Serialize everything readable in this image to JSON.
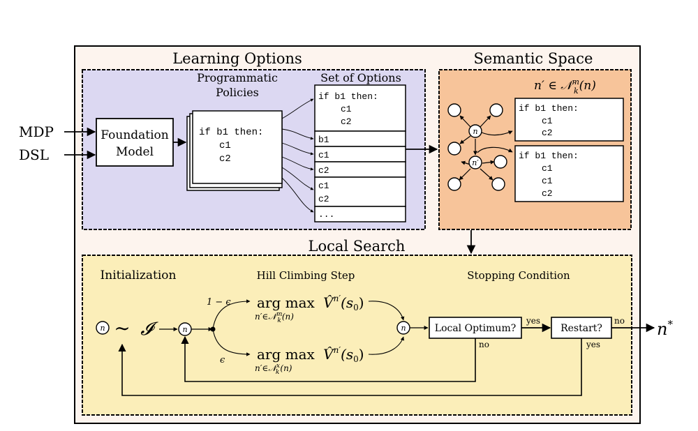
{
  "colors": {
    "outer_bg": "#fdf4ee",
    "learning_bg": "#dcd8f2",
    "semantic_bg": "#f7c49a",
    "search_bg": "#fbeeb9",
    "border": "#000000"
  },
  "sections": {
    "learning": "Learning Options",
    "semantic": "Semantic Space",
    "search": "Local Search"
  },
  "inputs": {
    "mdp": "MDP",
    "dsl": "DSL"
  },
  "foundation_model": {
    "line1": "Foundation",
    "line2": "Model"
  },
  "programmatic_policies": {
    "title1": "Programmatic",
    "title2": "Policies",
    "code": [
      "if b1 then:",
      "c1",
      "c2"
    ]
  },
  "set_of_options": {
    "title": "Set of Options",
    "main_code": [
      "if b1 then:",
      "c1",
      "c2"
    ],
    "rows": [
      "b1",
      "c1",
      "c2",
      "c1",
      "c2",
      "..."
    ]
  },
  "semantic": {
    "neighbor_formula": "n′ ∈ 𝒩",
    "neighbor_sup": "m",
    "neighbor_sub": "k",
    "neighbor_tail": "(n)",
    "node_n": "n",
    "node_n_prime": "n′",
    "code1": [
      "if b1 then:",
      "c1",
      "c2"
    ],
    "code2": [
      "if b1 then:",
      "c1",
      "c1",
      "c2"
    ]
  },
  "local_search": {
    "init_label": "Initialization",
    "hill_label": "Hill Climbing Step",
    "stop_label": "Stopping Condition",
    "init_node": "n",
    "sim": "∼",
    "dist": "𝓘",
    "node_n": "n",
    "prob_top": "1 − ϵ",
    "prob_bottom": "ϵ",
    "argmax": "arg max",
    "value_fn": "V̂",
    "value_sup": "n′",
    "value_arg": "(s",
    "value_arg_sub": "0",
    "value_close": ")",
    "sub_top_prefix": "n′∈𝒩",
    "sub_top_sup": "m",
    "sub_top_sub": "k",
    "sub_top_tail": "(n)",
    "sub_bot_prefix": "n′∈𝒩",
    "sub_bot_sup": "x",
    "sub_bot_sub": "k",
    "sub_bot_tail": "(n)",
    "local_optimum": "Local Optimum?",
    "restart": "Restart?",
    "yes1": "yes",
    "no1": "no",
    "no2": "no",
    "yes2": "yes",
    "result": "n",
    "result_sup": "*"
  }
}
